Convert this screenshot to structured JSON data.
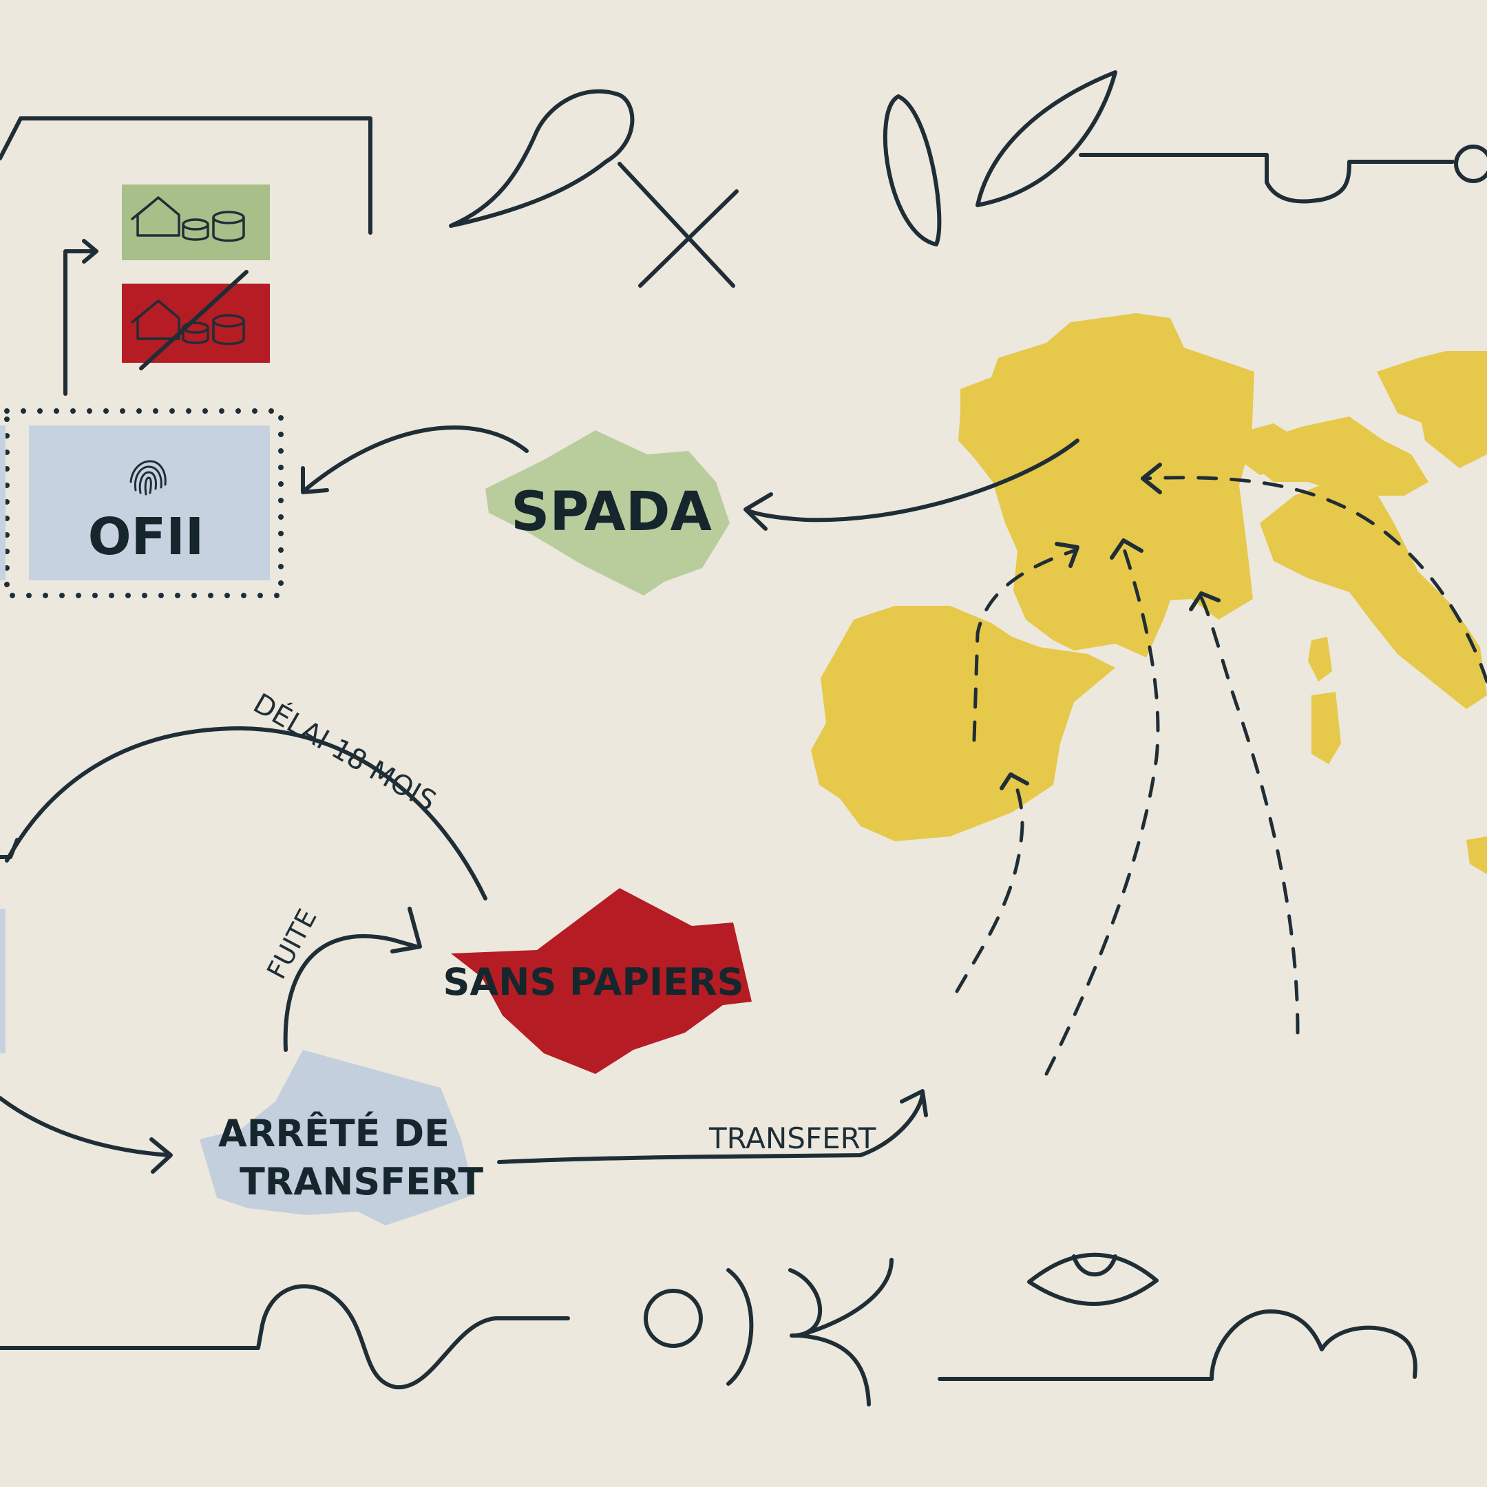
{
  "colors": {
    "background": "#ece8dd",
    "ink": "#1f2e36",
    "map_yellow": "#e6c84a",
    "green_box": "#a9bf8a",
    "red_box": "#b51c24",
    "blue_box": "#c6d2df",
    "spada_green": "#b9cc9c",
    "transfer_blue": "#c4cfdd"
  },
  "boxes": {
    "ofii": "OFII",
    "spada": "SPADA",
    "sans_papiers": "SANS PAPIERS",
    "arrete_line1": "ARRÊTÉ DE",
    "arrete_line2": "TRANSFERT"
  },
  "labels": {
    "delai": "DÉLAI 18 MOIS",
    "fuite": "FUITE",
    "transfert": "TRANSFERT"
  },
  "icons": {
    "benefit_granted": "house-coins-icon",
    "benefit_denied": "house-coins-crossed-icon",
    "fingerprint": "fingerprint-icon",
    "eye": "eye-icon"
  }
}
